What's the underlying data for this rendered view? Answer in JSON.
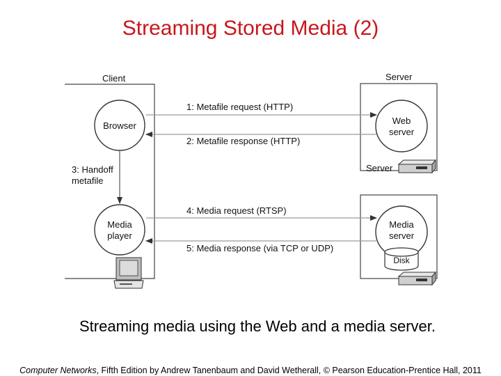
{
  "slide": {
    "title": "Streaming Stored Media (2)",
    "caption": "Streaming media using the Web and a media server.",
    "footer_book": "Computer Networks",
    "footer_rest": ", Fifth Edition by Andrew Tanenbaum and David Wetherall, © Pearson Education-Prentice Hall, 2011"
  },
  "diagram": {
    "client_label": "Client",
    "server_label": "Server",
    "browser": "Browser",
    "web_server_line1": "Web",
    "web_server_line2": "server",
    "server_machine_label": "Server",
    "media_player_line1": "Media",
    "media_player_line2": "player",
    "media_server_line1": "Media",
    "media_server_line2": "server",
    "disk": "Disk",
    "handoff_line1": "3: Handoff",
    "handoff_line2": "metafile",
    "msg1": "1: Metafile request (HTTP)",
    "msg2": "2: Metafile response (HTTP)",
    "msg4": "4: Media request (RTSP)",
    "msg5": "5: Media response (via TCP or UDP)"
  },
  "colors": {
    "title": "#c8161d",
    "arrow_line": "#9a9a9a",
    "frame_line": "#444444"
  }
}
